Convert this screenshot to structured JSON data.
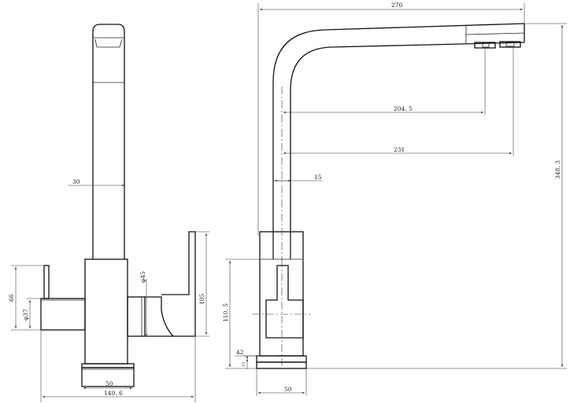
{
  "drawing": {
    "dimensions": {
      "side_spout_width": "30",
      "side_lever_height": "66",
      "side_hose_diameter": "φ37",
      "side_handle_diameter": "φ45",
      "side_lever_block_height": "105",
      "side_base_width": "50",
      "side_total_width": "149. 6",
      "front_reach_total": "270",
      "front_reach_outlet_1": "204. 5",
      "front_reach_outlet_2": "231",
      "front_spout_width": "15",
      "front_total_height": "348. 3",
      "front_body_height": "110. 5",
      "front_base_offset": "42",
      "front_base_thickness": "15",
      "front_base_width": "50"
    },
    "line_color": "#111111",
    "background": "#ffffff"
  }
}
